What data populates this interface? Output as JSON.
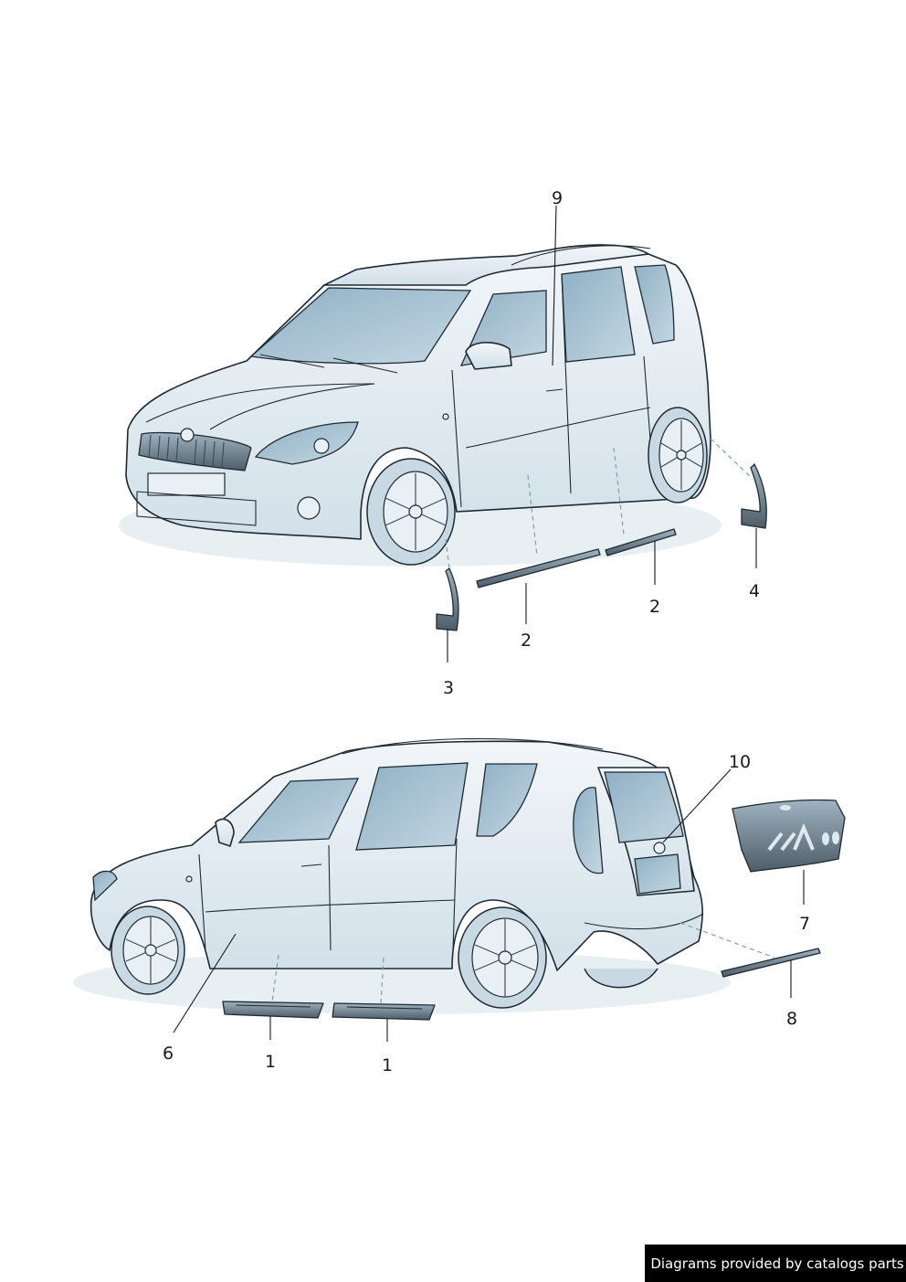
{
  "diagram": {
    "callouts": {
      "c9": "9",
      "c2a": "2",
      "c2b": "2",
      "c3": "3",
      "c4": "4",
      "c10": "10",
      "c7": "7",
      "c8": "8",
      "c6": "6",
      "c1a": "1",
      "c1b": "1"
    }
  },
  "credit": {
    "text": "Diagrams provided by catalogs parts"
  },
  "colors": {
    "body": "#e6eef3",
    "glass": "#a9c3d3",
    "outline": "#1e2a33",
    "parts": "#4d5d68"
  }
}
